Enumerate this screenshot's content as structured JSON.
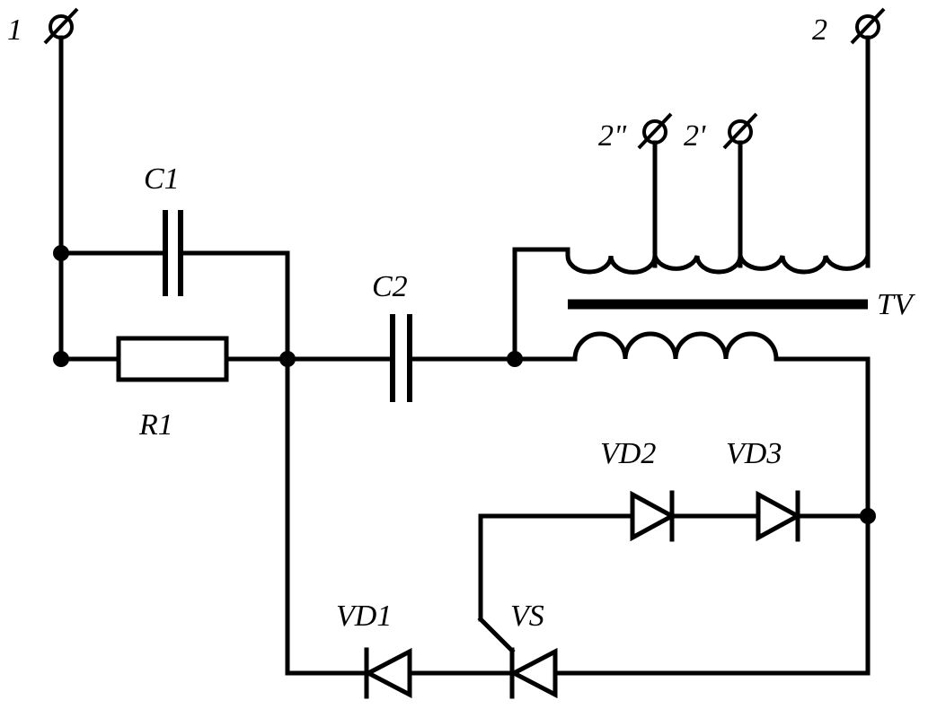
{
  "terminals": {
    "t1": "1",
    "t2": "2",
    "t2a": "2\"",
    "t2b": "2'"
  },
  "components": {
    "c1": "C1",
    "c2": "C2",
    "r1": "R1",
    "tv": "TV",
    "vd1": "VD1",
    "vd2": "VD2",
    "vd3": "VD3",
    "vs": "VS"
  }
}
